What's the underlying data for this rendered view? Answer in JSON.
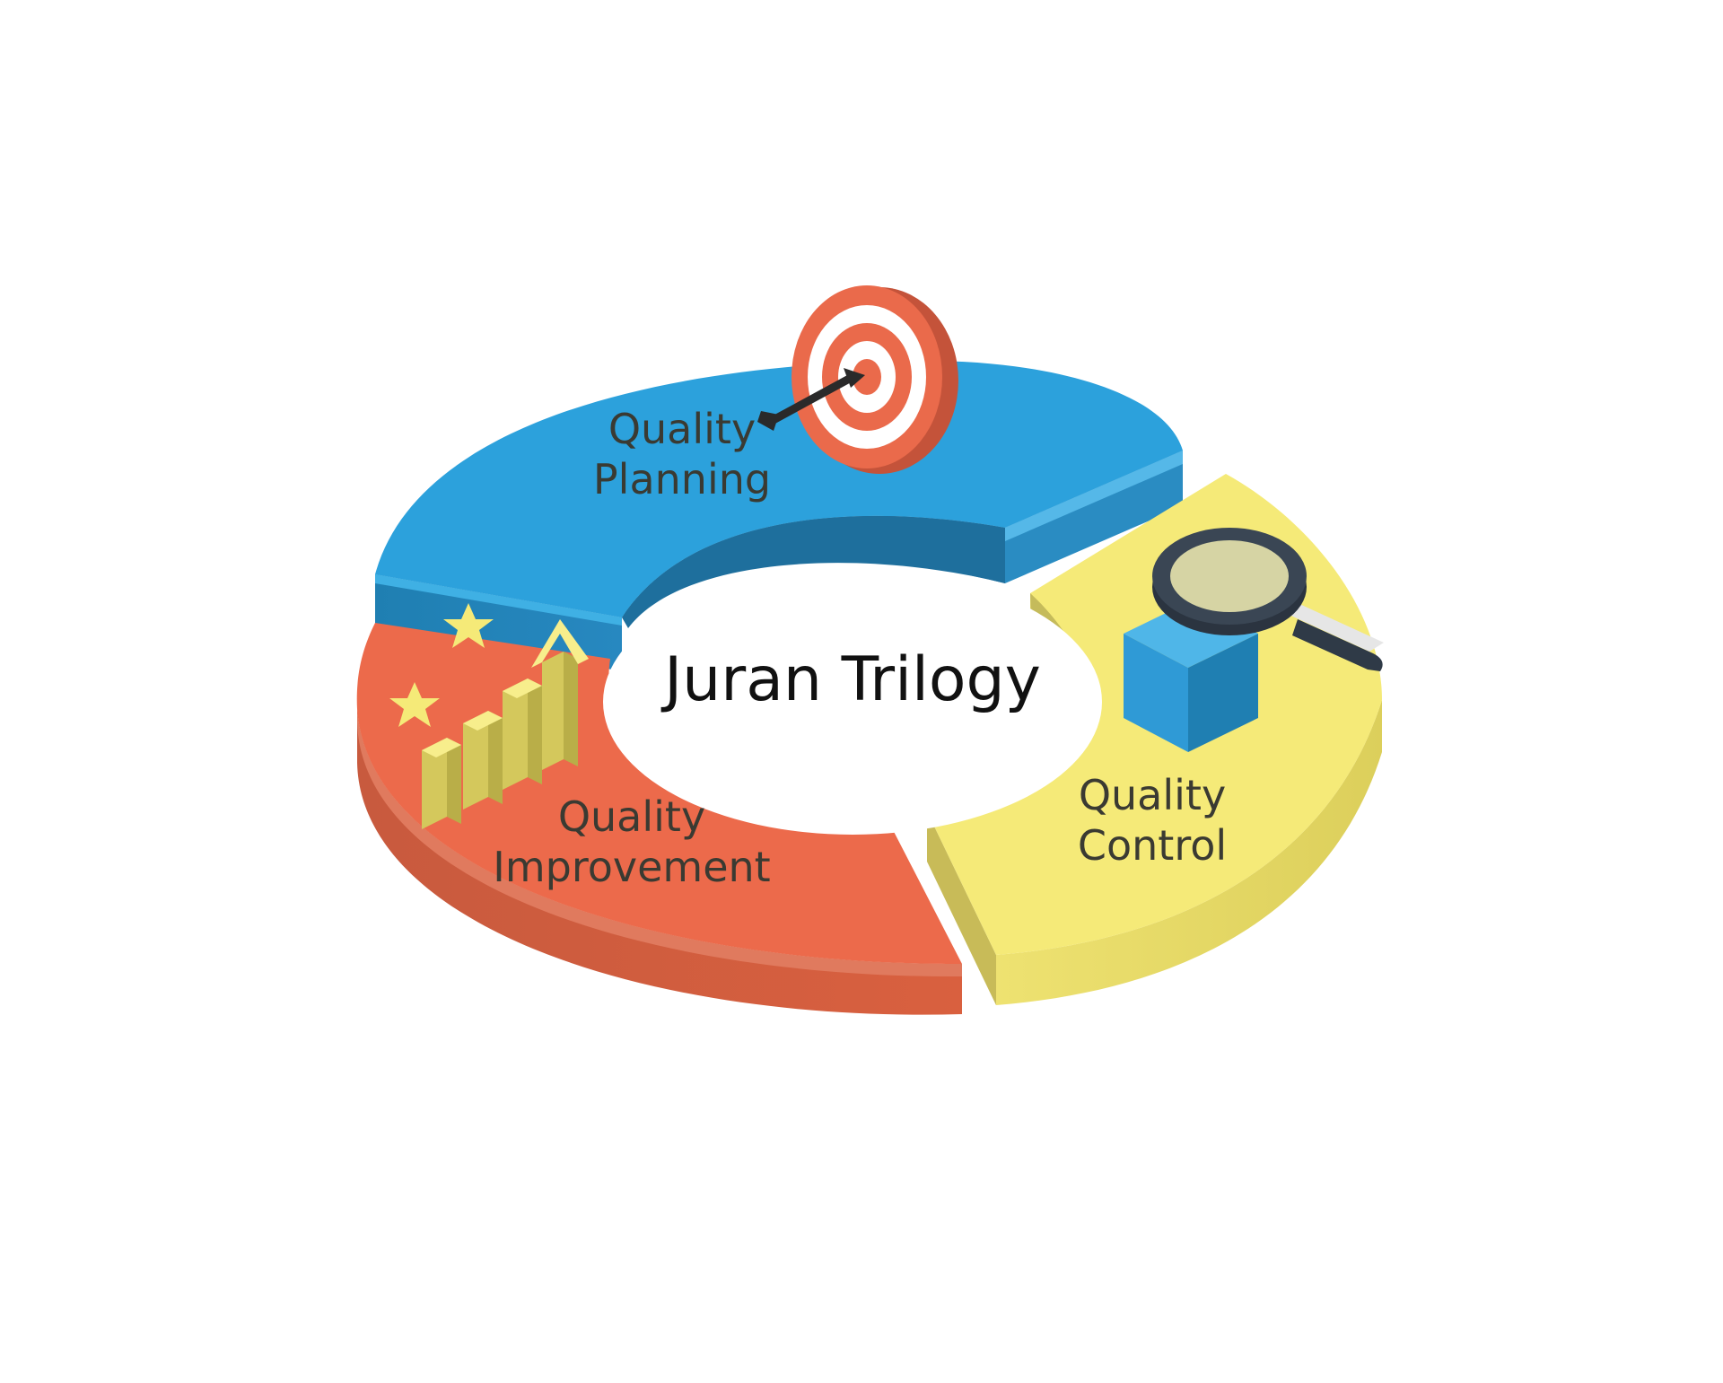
{
  "title": "Juran Trilogy",
  "segments": [
    {
      "key": "planning",
      "line1": "Quality",
      "line2": "Planning",
      "color": "#2ca1dc",
      "icon": "target-arrow-icon"
    },
    {
      "key": "control",
      "line1": "Quality",
      "line2": "Control",
      "color": "#f5ea78",
      "icon": "magnifier-box-icon"
    },
    {
      "key": "improvement",
      "line1": "Quality",
      "line2": "Improvement",
      "color": "#ec6a4b",
      "icon": "growth-chart-icon"
    }
  ]
}
